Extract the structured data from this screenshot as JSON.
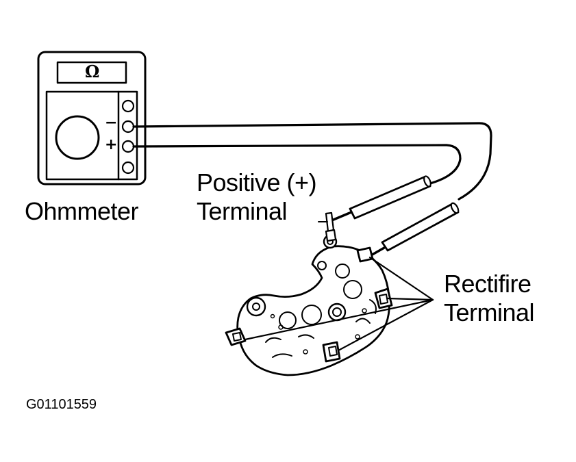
{
  "meter": {
    "label": "Ohmmeter",
    "display_symbol": "Ω",
    "minus_sign": "−",
    "plus_sign": "+"
  },
  "callouts": {
    "positive_line1": "Positive (+)",
    "positive_line2": "Terminal",
    "rectifier_line1": "Rectifire",
    "rectifier_line2": "Terminal"
  },
  "figure_code": "G01101559",
  "colors": {
    "ink": "#000000",
    "background": "#ffffff"
  }
}
